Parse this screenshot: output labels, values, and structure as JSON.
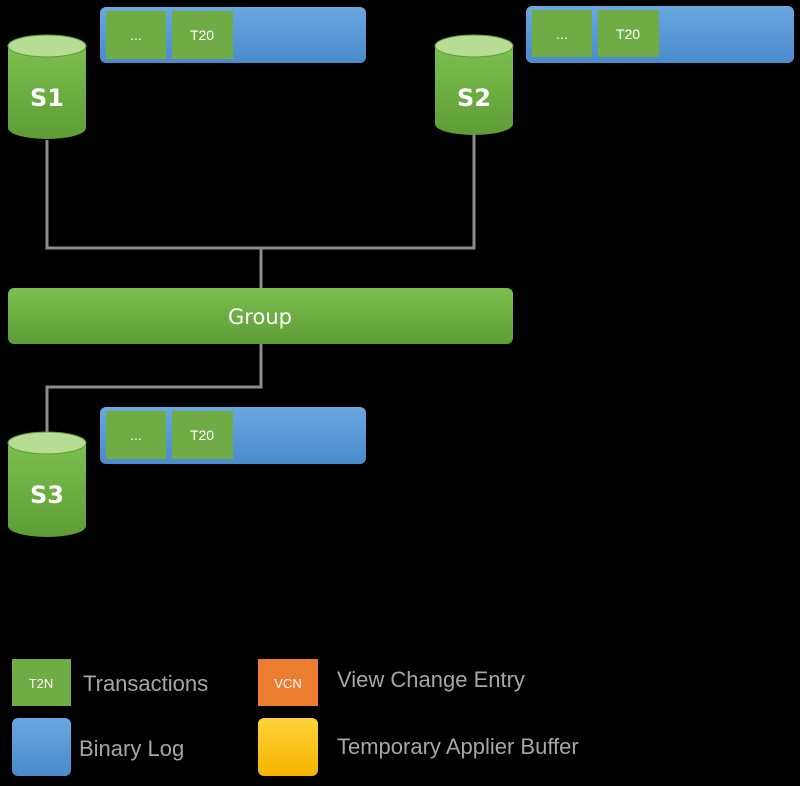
{
  "servers": [
    {
      "label": "S1",
      "log": {
        "entries": [
          "...",
          "T20"
        ]
      }
    },
    {
      "label": "S2",
      "log": {
        "entries": [
          "...",
          "T20"
        ]
      }
    },
    {
      "label": "S3",
      "log": {
        "entries": [
          "...",
          "T20"
        ]
      }
    }
  ],
  "group": {
    "label": "Group"
  },
  "legend": {
    "transactions": {
      "swatch": "T2N",
      "label": "Transactions"
    },
    "view_change": {
      "swatch": "VCN",
      "label": "View Change Entry"
    },
    "binary_log": {
      "label": "Binary Log"
    },
    "applier_buffer": {
      "label": "Temporary Applier Buffer"
    }
  },
  "colors": {
    "background": "#000000",
    "green": "#6fac46",
    "green_dark": "#4f8a2e",
    "blue": "#5b9bd5",
    "orange": "#ed7d31",
    "yellow": "#ffc000",
    "connector": "#8c8c8c",
    "legend_text": "#a6a6a6"
  }
}
